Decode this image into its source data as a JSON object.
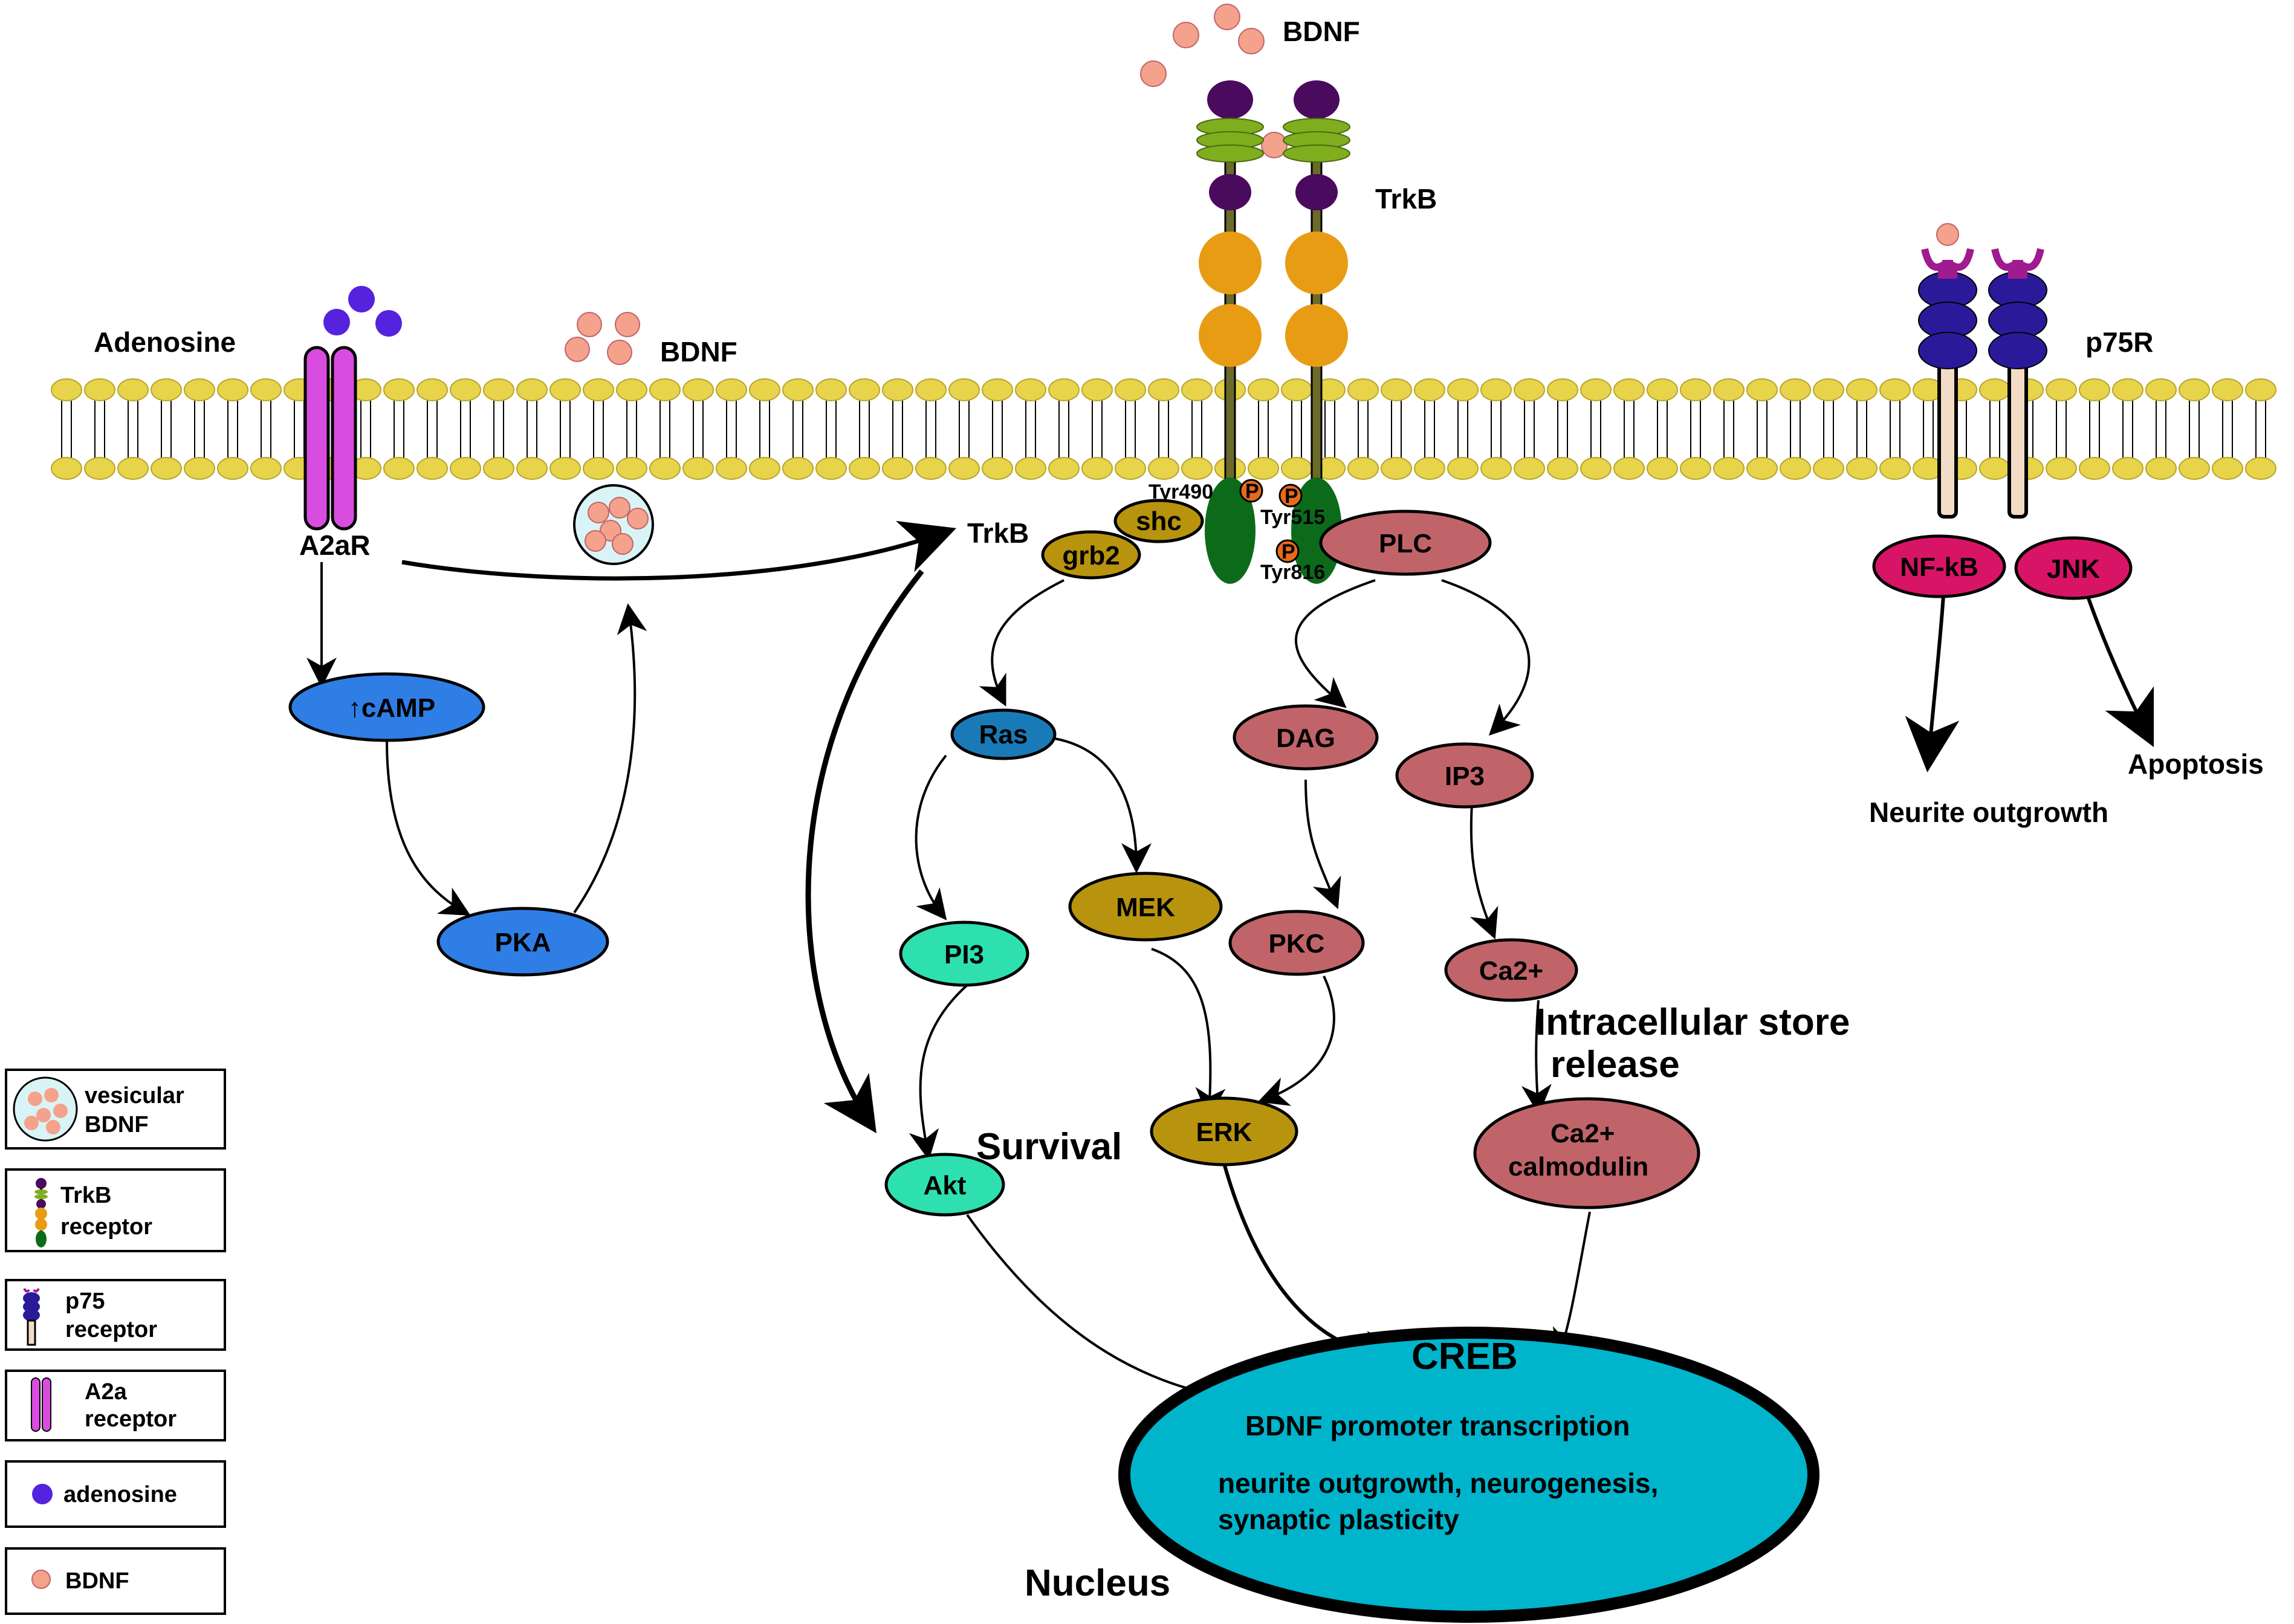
{
  "labels": {
    "bdnf_top": "BDNF",
    "trkb_top": "TrkB",
    "adenosine": "Adenosine",
    "bdnf_mid": "BDNF",
    "p75r": "p75R",
    "a2ar": "A2aR",
    "trkb_mid": "TrkB",
    "tyr490": "Tyr490",
    "tyr515": "Tyr515",
    "tyr816": "Tyr816",
    "phospho": "P",
    "survival": "Survival",
    "intracellular_line1": "Intracellular store",
    "intracellular_line2": "release",
    "neurite_outgrowth": "Neurite outgrowth",
    "apoptosis": "Apoptosis",
    "nucleus": "Nucleus",
    "creb": "CREB",
    "bdnf_promoter": "BDNF promoter transcription",
    "nucleus_line1": "neurite outgrowth, neurogenesis,",
    "nucleus_line2": "synaptic plasticity"
  },
  "nodes": {
    "shc": "shc",
    "grb2": "grb2",
    "plc": "PLC",
    "camp": "↑cAMP",
    "pka": "PKA",
    "ras": "Ras",
    "dag": "DAG",
    "ip3": "IP3",
    "pi3": "PI3",
    "mek": "MEK",
    "pkc": "PKC",
    "ca2": "Ca2+",
    "erk": "ERK",
    "akt": "Akt",
    "ca_calmodulin_line1": "Ca2+",
    "ca_calmodulin_line2": "calmodulin",
    "nfkb": "NF-kB",
    "jnk": "JNK"
  },
  "legend": [
    {
      "line1": "vesicular",
      "line2": "BDNF",
      "icon": "vesicle-icon"
    },
    {
      "line1": "TrkB",
      "line2": "receptor",
      "icon": "trkb-receptor-icon"
    },
    {
      "line1": "p75",
      "line2": "receptor",
      "icon": "p75-receptor-icon"
    },
    {
      "line1": "A2a",
      "line2": "receptor",
      "icon": "a2a-receptor-icon"
    },
    {
      "line1": "adenosine",
      "line2": "",
      "icon": "adenosine-icon"
    },
    {
      "line1": "BDNF",
      "line2": "",
      "icon": "bdnf-icon"
    }
  ],
  "colors": {
    "membrane": "#e8d44a",
    "a2ar": "#d94ce0",
    "adenosine": "#5522dd",
    "bdnf": "#f4a28c",
    "trkb_head": "#4a0a5e",
    "trkb_stripe": "#7fae1f",
    "trkb_orange": "#e89c14",
    "trkb_tail": "#0c6b1a",
    "phospho": "#e86a1a",
    "olive": "#b8940e",
    "blue": "#2f7ee6",
    "ras_blue": "#1a7ab8",
    "teal": "#2ee0b0",
    "brown": "#c0646a",
    "magenta": "#d81466",
    "p75": "#2a1a9a",
    "p75_tip": "#a01a90",
    "nucleus": "#00b4cc"
  }
}
